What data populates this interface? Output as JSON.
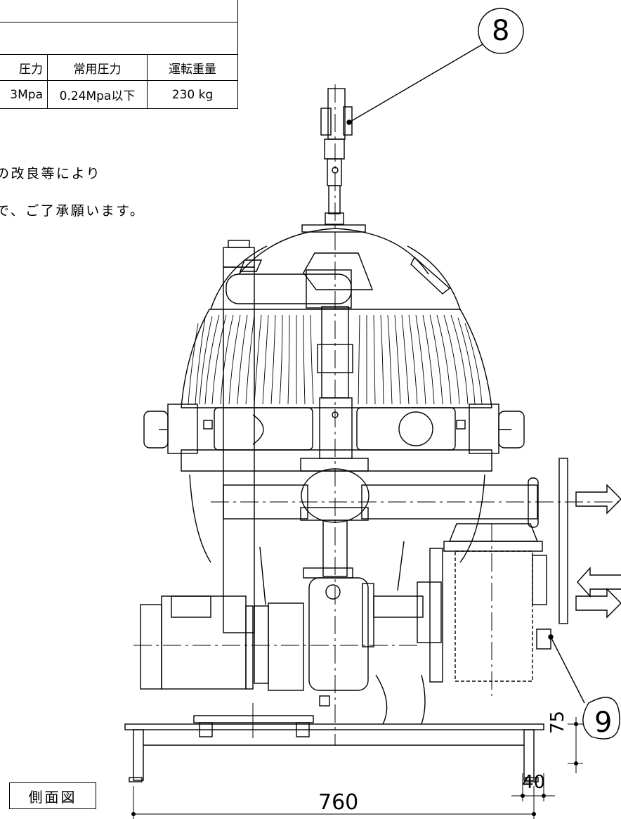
{
  "spec_table": {
    "headers": [
      "圧力",
      "常用圧力",
      "運転重量"
    ],
    "values": [
      "3Mpa",
      "0.24Mpa以下",
      "230 kg"
    ]
  },
  "notes": [
    "の改良等により",
    "で、ご了承願います。"
  ],
  "callouts": [
    {
      "id": "callout-8",
      "label": "8"
    },
    {
      "id": "callout-9",
      "label": "9"
    }
  ],
  "dimensions": {
    "width": "760",
    "offset": "40",
    "height": "75"
  },
  "view_label": "側面図"
}
